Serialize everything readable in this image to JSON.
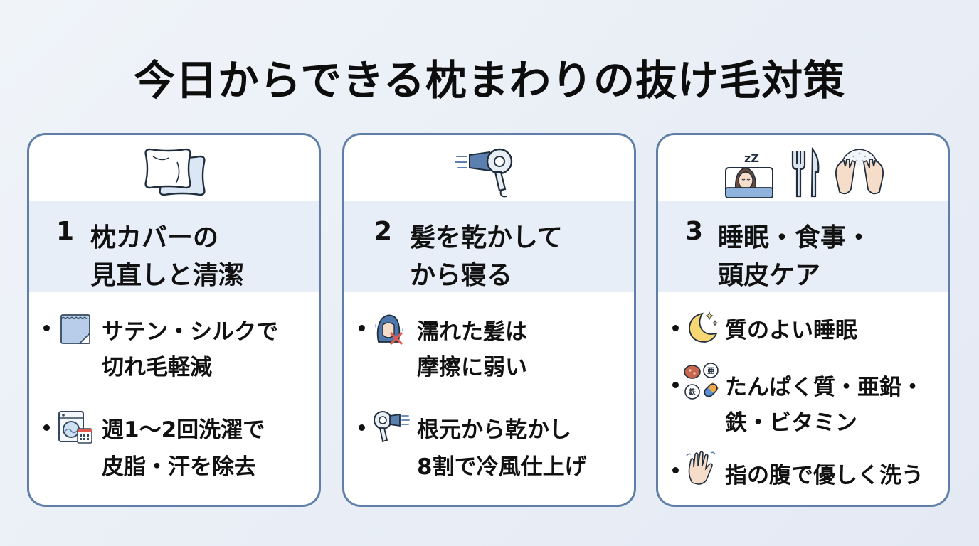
{
  "title": "今日からできる枕まわりの抜け毛対策",
  "colors": {
    "card_border": "#5f7fa8",
    "header_band": "#e7eef7",
    "icon_blue": "#5b7fae",
    "accent_red": "#e05a4f"
  },
  "cards": [
    {
      "number": "1",
      "heading": [
        "枕カバーの",
        "見直しと清潔"
      ],
      "header_icons": [
        "pillow-icon"
      ],
      "items": [
        {
          "icon": "satin-fabric-icon",
          "lines": [
            "サテン・シルクで",
            "切れ毛軽減"
          ]
        },
        {
          "icon": "washing-machine-calendar-icon",
          "lines": [
            "週1〜2回洗濯で",
            "皮脂・汗を除去"
          ]
        }
      ]
    },
    {
      "number": "2",
      "heading": [
        "髪を乾かして",
        "から寝る"
      ],
      "header_icons": [
        "hair-dryer-icon"
      ],
      "items": [
        {
          "icon": "wet-hair-no-friction-icon",
          "lines": [
            "濡れた髪は",
            "摩擦に弱い"
          ]
        },
        {
          "icon": "dryer-cool-air-icon",
          "lines": [
            "根元から乾かし",
            "8割で冷風仕上げ"
          ]
        }
      ]
    },
    {
      "number": "3",
      "heading": [
        "睡眠・食事・",
        "頭皮ケア"
      ],
      "header_icons": [
        "sleeping-person-icon",
        "fork-knife-icon",
        "scalp-massage-icon"
      ],
      "sleep_mark": "zZ",
      "items": [
        {
          "icon": "moon-stars-icon",
          "lines": [
            "質のよい睡眠"
          ]
        },
        {
          "icon": "nutrients-icon",
          "lines": [
            "たんぱく質・亜鉛・",
            "鉄・ビタミン"
          ],
          "badges": [
            "亜",
            "鉄"
          ]
        },
        {
          "icon": "finger-pad-wash-icon",
          "lines": [
            "指の腹で優しく洗う"
          ]
        }
      ]
    }
  ]
}
